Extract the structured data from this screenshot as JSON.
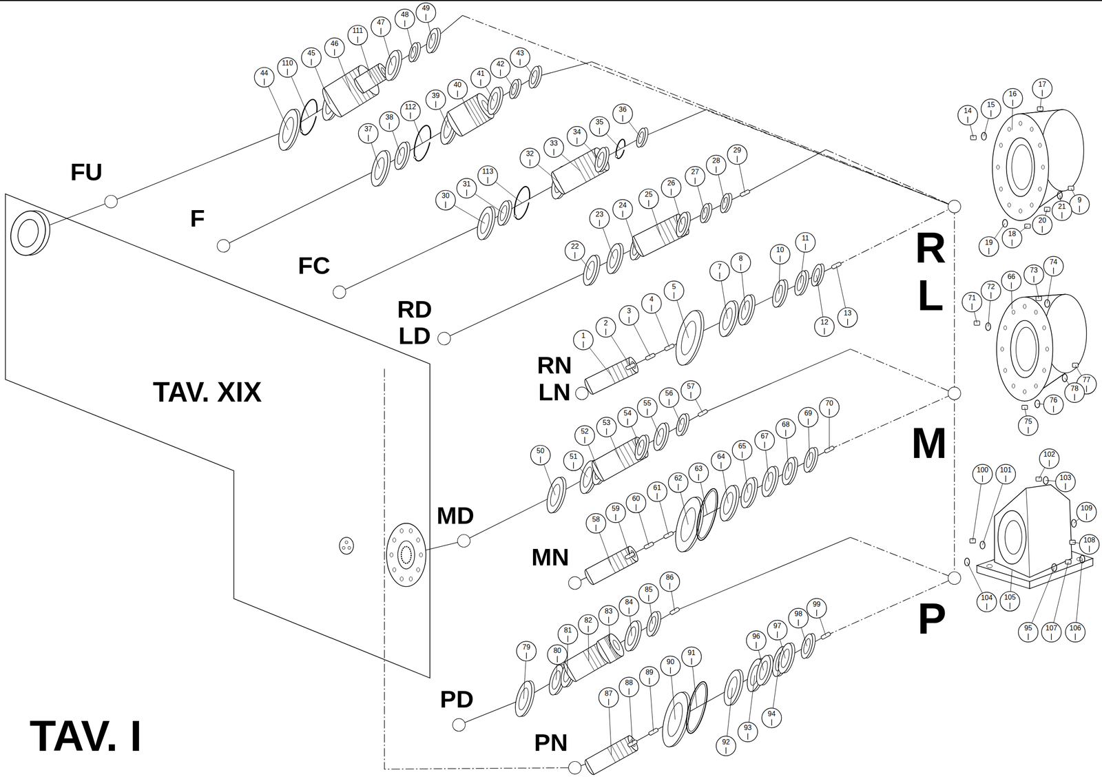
{
  "diagram": {
    "nodes": [
      {
        "text": [
          "TAV. XIX"
        ]
      }
    ],
    "labels": [
      "FU",
      "F",
      "FC",
      "RD",
      "LD",
      "RN",
      "LN",
      "MD",
      "MN",
      "PD",
      "PN",
      "R",
      "L",
      "M",
      "P",
      "TAV. I",
      "44",
      "110",
      "45",
      "46",
      "111",
      "47",
      "48",
      "49",
      "37",
      "38",
      "112",
      "39",
      "40",
      "41",
      "42",
      "43",
      "30",
      "31",
      "113",
      "32",
      "33",
      "34",
      "35",
      "36",
      "22",
      "23",
      "24",
      "25",
      "26",
      "27",
      "28",
      "29",
      "1",
      "2",
      "3",
      "4",
      "5",
      "7",
      "8",
      "10",
      "11",
      "12",
      "13",
      "50",
      "51",
      "52",
      "53",
      "54",
      "55",
      "56",
      "57",
      "58",
      "59",
      "60",
      "61",
      "62",
      "63",
      "64",
      "65",
      "67",
      "68",
      "69",
      "70",
      "79",
      "80",
      "81",
      "82",
      "83",
      "84",
      "85",
      "86",
      "87",
      "88",
      "89",
      "90",
      "91",
      "92",
      "93",
      "94",
      "96",
      "97",
      "98",
      "99",
      "14",
      "15",
      "16",
      "17",
      "9",
      "21",
      "20",
      "19",
      "18",
      "71",
      "72",
      "66",
      "73",
      "74",
      "77",
      "78",
      "76",
      "75",
      "100",
      "101",
      "102",
      "103",
      "109",
      "108",
      "104",
      "105",
      "95",
      "107",
      "106"
    ]
  }
}
